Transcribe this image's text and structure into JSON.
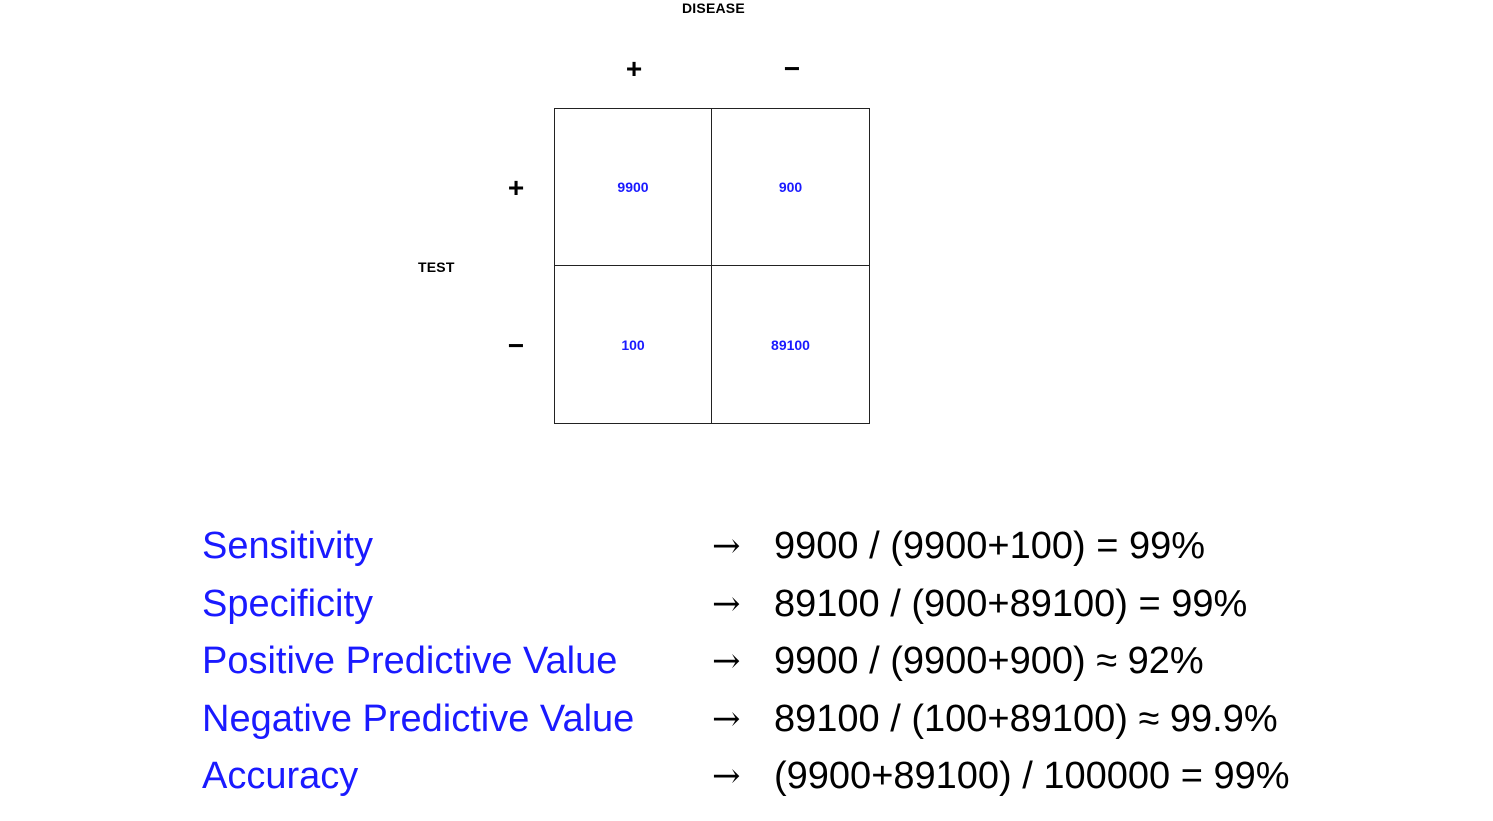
{
  "diagram": {
    "column_header": "DISEASE",
    "row_header": "TEST",
    "column_labels": [
      "+",
      "−"
    ],
    "row_labels": [
      "+",
      "−"
    ],
    "cells": [
      [
        "9900",
        "900"
      ],
      [
        "100",
        "89100"
      ]
    ]
  },
  "metrics": [
    {
      "name": "Sensitivity",
      "arrow": "→",
      "formula": "9900 / (9900+100) = 99%"
    },
    {
      "name": "Specificity",
      "arrow": "→",
      "formula": "89100 / (900+89100) = 99%"
    },
    {
      "name": "Positive Predictive Value",
      "arrow": "→",
      "formula": "9900 / (9900+900) ≈ 92%"
    },
    {
      "name": "Negative Predictive Value",
      "arrow": "→",
      "formula": "89100 / (100+89100) ≈ 99.9%"
    },
    {
      "name": "Accuracy",
      "arrow": "→",
      "formula": "(9900+89100) / 100000 = 99%"
    }
  ],
  "colors": {
    "accent": "#1a1aff",
    "text": "#000000",
    "grid_line": "#222222"
  }
}
